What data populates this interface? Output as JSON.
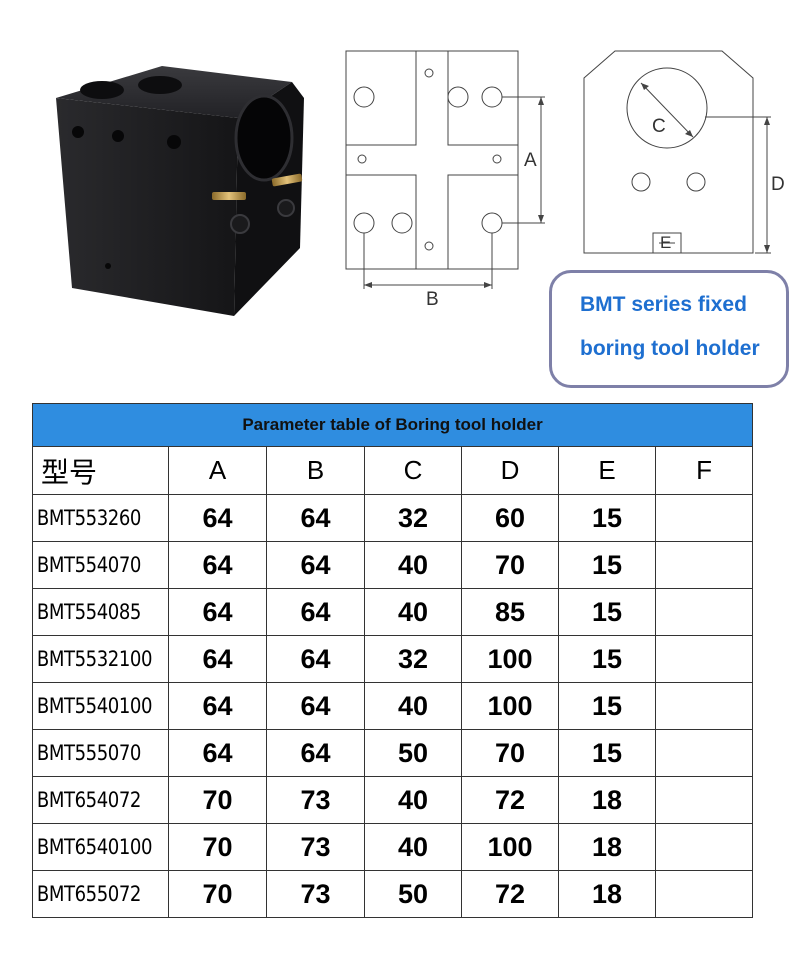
{
  "drawing_labels": {
    "front_a": "A",
    "front_b": "B",
    "side_c": "C",
    "side_d": "D",
    "side_e": "E"
  },
  "callout": {
    "line1": "BMT series fixed",
    "line2": "boring tool holder"
  },
  "table": {
    "title": "Parameter table of Boring tool holder",
    "headers": [
      "型号",
      "A",
      "B",
      "C",
      "D",
      "E",
      "F"
    ],
    "rows": [
      [
        "BMT553260",
        "64",
        "64",
        "32",
        "60",
        "15",
        ""
      ],
      [
        "BMT554070",
        "64",
        "64",
        "40",
        "70",
        "15",
        ""
      ],
      [
        "BMT554085",
        "64",
        "64",
        "40",
        "85",
        "15",
        ""
      ],
      [
        "BMT5532100",
        "64",
        "64",
        "32",
        "100",
        "15",
        ""
      ],
      [
        "BMT5540100",
        "64",
        "64",
        "40",
        "100",
        "15",
        ""
      ],
      [
        "BMT555070",
        "64",
        "64",
        "50",
        "70",
        "15",
        ""
      ],
      [
        "BMT654072",
        "70",
        "73",
        "40",
        "72",
        "18",
        ""
      ],
      [
        "BMT6540100",
        "70",
        "73",
        "40",
        "100",
        "18",
        ""
      ],
      [
        "BMT655072",
        "70",
        "73",
        "50",
        "72",
        "18",
        ""
      ]
    ]
  },
  "colors": {
    "title_bar": "#2f8de0",
    "callout_text": "#1e6fd0",
    "callout_border": "#7e80a8",
    "holder_body": "#1c1c1e"
  }
}
